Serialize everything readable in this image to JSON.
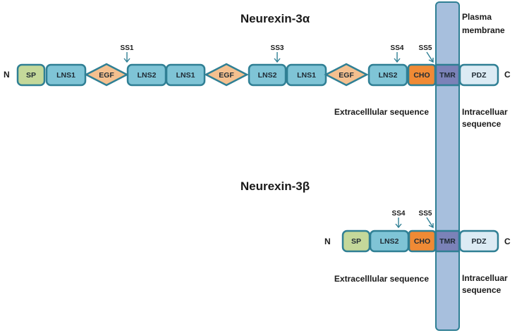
{
  "titles": {
    "alpha": "Neurexin-3α",
    "beta": "Neurexin-3β"
  },
  "membrane": {
    "label_line1": "Plasma",
    "label_line2": "membrane"
  },
  "regions": {
    "extracellular": "Extracelllular sequence",
    "intracellular_line1": "Intracelluar",
    "intracellular_line2": "sequence"
  },
  "termini": {
    "n": "N",
    "c": "C"
  },
  "alpha_domains": [
    "SP",
    "LNS1",
    "EGF",
    "LNS2",
    "LNS1",
    "EGF",
    "LNS2",
    "LNS1",
    "EGF",
    "LNS2",
    "CHO",
    "TMR",
    "PDZ"
  ],
  "alpha_sites": [
    "SS1",
    "SS3",
    "SS4",
    "SS5"
  ],
  "beta_domains": [
    "SP",
    "LNS2",
    "CHO",
    "TMR",
    "PDZ"
  ],
  "beta_sites": [
    "SS4",
    "SS5"
  ],
  "colors": {
    "sp": "#c4d89a",
    "lns": "#7fc4d6",
    "egf": "#f4c08f",
    "cho": "#f08a35",
    "tmr": "#7b82b8",
    "pdz": "#dcebf4",
    "membrane": "#a7bfdd",
    "stroke": "#2f7f94"
  }
}
